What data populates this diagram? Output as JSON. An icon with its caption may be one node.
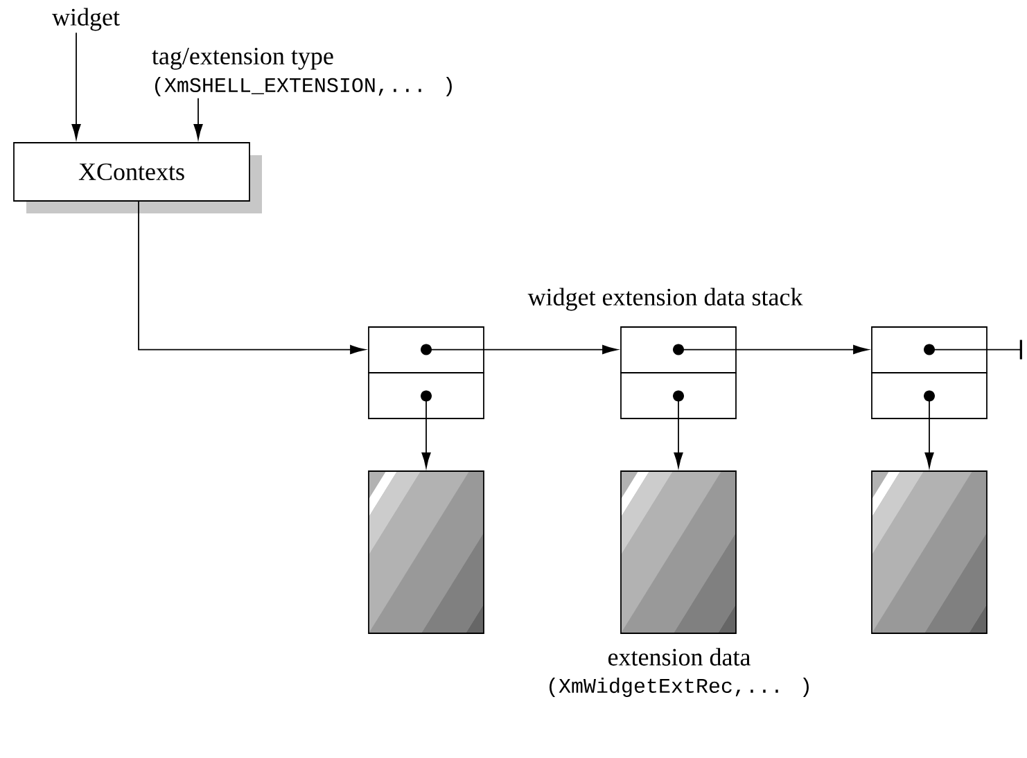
{
  "diagram": {
    "nodes": [
      {
        "text": [
          "widget"
        ]
      },
      {
        "text": [
          "tag/extension type",
          "(XmSHELL_EXTENSION,... )"
        ]
      },
      {
        "text": [
          "XContexts"
        ]
      },
      {
        "text": [],
        "shape": "box"
      },
      {
        "text": [],
        "shape": "box"
      },
      {
        "text": [],
        "shape": "box"
      },
      {
        "text": [],
        "shape": "box"
      },
      {
        "text": [],
        "shape": "box"
      },
      {
        "text": [],
        "shape": "box"
      }
    ],
    "edges": [
      {
        "from": 0,
        "to": 2,
        "arrow": "to"
      },
      {
        "from": 1,
        "to": 2,
        "arrow": "to"
      },
      {
        "from": 2,
        "to": 3,
        "arrow": "to"
      },
      {
        "from": 3,
        "to": 4,
        "arrow": "to"
      },
      {
        "from": 4,
        "to": 5,
        "arrow": "to"
      },
      {
        "from": 5,
        "to": null,
        "arrow": "other"
      },
      {
        "from": 3,
        "to": 6,
        "arrow": "to"
      },
      {
        "from": 4,
        "to": 7,
        "arrow": "to"
      },
      {
        "from": 5,
        "to": 8,
        "arrow": "to"
      }
    ],
    "labels": [
      "widget extension data stack",
      "extension data",
      "(XmWidgetExtRec,... )"
    ]
  }
}
